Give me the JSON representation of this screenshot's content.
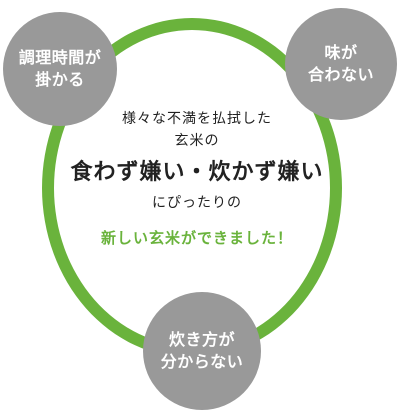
{
  "colors": {
    "ring": "#6ab33c",
    "badge": "#999999",
    "accent_text": "#6ab33c"
  },
  "badges": {
    "top_left": [
      "調理時間が",
      "掛かる"
    ],
    "top_right": [
      "味が",
      "合わない"
    ],
    "bottom": [
      "炊き方が",
      "分からない"
    ]
  },
  "center": {
    "line1": "様々な不満を払拭した",
    "line2": "玄米の",
    "headline": "食わず嫌い・炊かず嫌い",
    "line3": "にぴったりの",
    "tagline": "新しい玄米ができました！"
  }
}
